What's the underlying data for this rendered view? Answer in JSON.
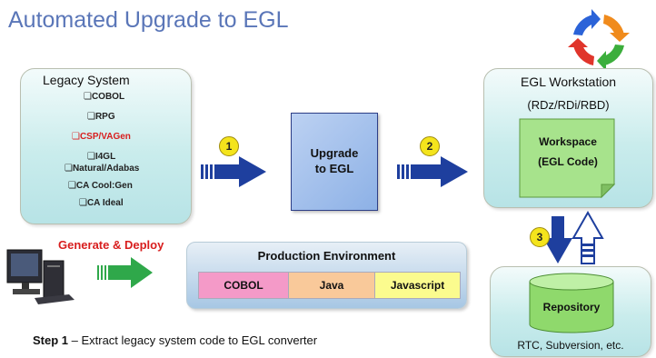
{
  "title": "Automated Upgrade to EGL",
  "legacy": {
    "title": "Legacy System",
    "items": [
      {
        "label": "❏COBOL",
        "highlight": false
      },
      {
        "label": "❏RPG",
        "highlight": false
      },
      {
        "label": "❏CSP/VAGen",
        "highlight": true
      },
      {
        "label": "❏I4GL",
        "highlight": false
      },
      {
        "label": "❏Natural/Adabas",
        "highlight": false
      },
      {
        "label": "❏CA Cool:Gen",
        "highlight": false
      },
      {
        "label": "❏CA Ideal",
        "highlight": false
      }
    ]
  },
  "upgrade": {
    "line1": "Upgrade",
    "line2": "to EGL"
  },
  "workstation": {
    "title": "EGL Workstation",
    "subtitle": "(RDz/RDi/RBD)",
    "workspace_line1": "Workspace",
    "workspace_line2": "(EGL Code)"
  },
  "repository": {
    "label": "Repository",
    "subtitle": "RTC, Subversion, etc."
  },
  "production": {
    "title": "Production Environment",
    "languages": [
      "COBOL",
      "Java",
      "Javascript"
    ]
  },
  "generate_label": "Generate & Deploy",
  "steps": [
    "1",
    "2",
    "3"
  ],
  "caption": {
    "bold": "Step 1",
    "text": " – Extract legacy system code to EGL converter"
  },
  "colors": {
    "title": "#5a76b8",
    "highlight": "#d81e1e",
    "arrow_blue": "#1e3f9e",
    "arrow_green": "#2fa84a",
    "cobol": "#f49ac8",
    "java": "#f9c99a",
    "javascript": "#fbfb8e",
    "workspace": "#a7e38c"
  }
}
